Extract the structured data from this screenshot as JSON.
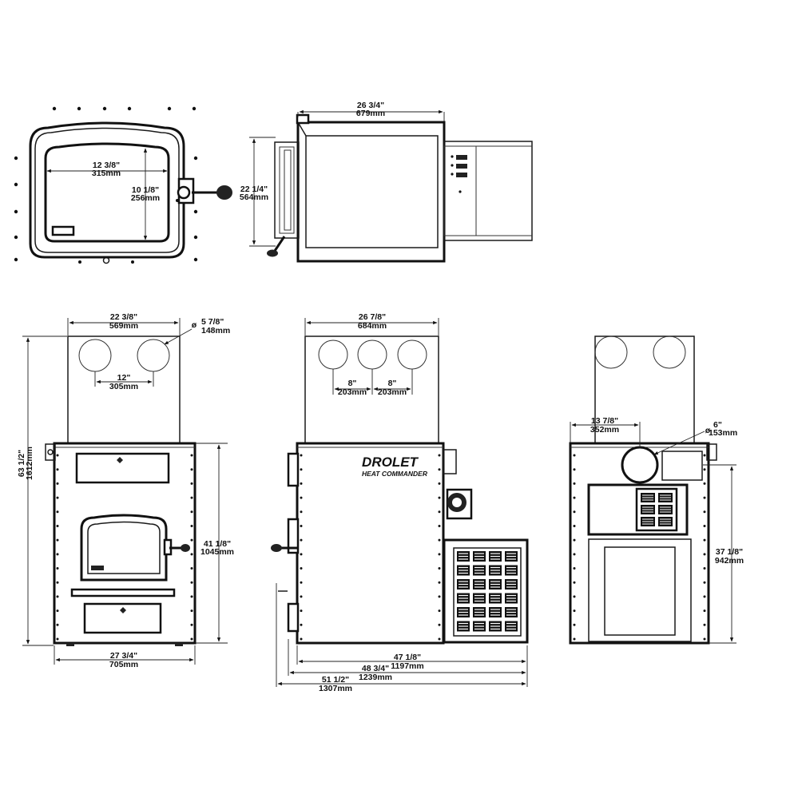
{
  "brand": {
    "logo": "DROLET",
    "model": "HEAT COMMANDER"
  },
  "door_view": {
    "width_in": "12  3/8\"",
    "width_mm": "315mm",
    "height_in": "10  1/8\"",
    "height_mm": "256mm"
  },
  "top_view": {
    "width_in": "26  3/4\"",
    "width_mm": "679mm",
    "depth_in": "22  1/4\"",
    "depth_mm": "564mm"
  },
  "front_view": {
    "outlet_span_in": "22  3/8\"",
    "outlet_span_mm": "569mm",
    "outlet_dia_in": "5  7/8\"",
    "outlet_dia_mm": "148mm",
    "outlet_spacing_in": "12\"",
    "outlet_spacing_mm": "305mm",
    "total_height_in": "63  1/2\"",
    "total_height_mm": "1612mm",
    "body_height_in": "41  1/8\"",
    "body_height_mm": "1045mm",
    "width_in": "27  3/4\"",
    "width_mm": "705mm"
  },
  "side_view": {
    "plenum_width_in": "26  7/8\"",
    "plenum_width_mm": "684mm",
    "spacing1_in": "8\"",
    "spacing1_mm": "203mm",
    "spacing2_in": "8\"",
    "spacing2_mm": "203mm",
    "depth1_in": "47  1/8\"",
    "depth1_mm": "1197mm",
    "depth2_in": "48  3/4\"",
    "depth2_mm": "1239mm",
    "depth3_in": "51  1/2\"",
    "depth3_mm": "1307mm"
  },
  "rear_view": {
    "offset_in": "13  7/8\"",
    "offset_mm": "352mm",
    "dia_in": "6\"",
    "dia_mm": "153mm",
    "height_in": "37  1/8\"",
    "height_mm": "942mm"
  }
}
